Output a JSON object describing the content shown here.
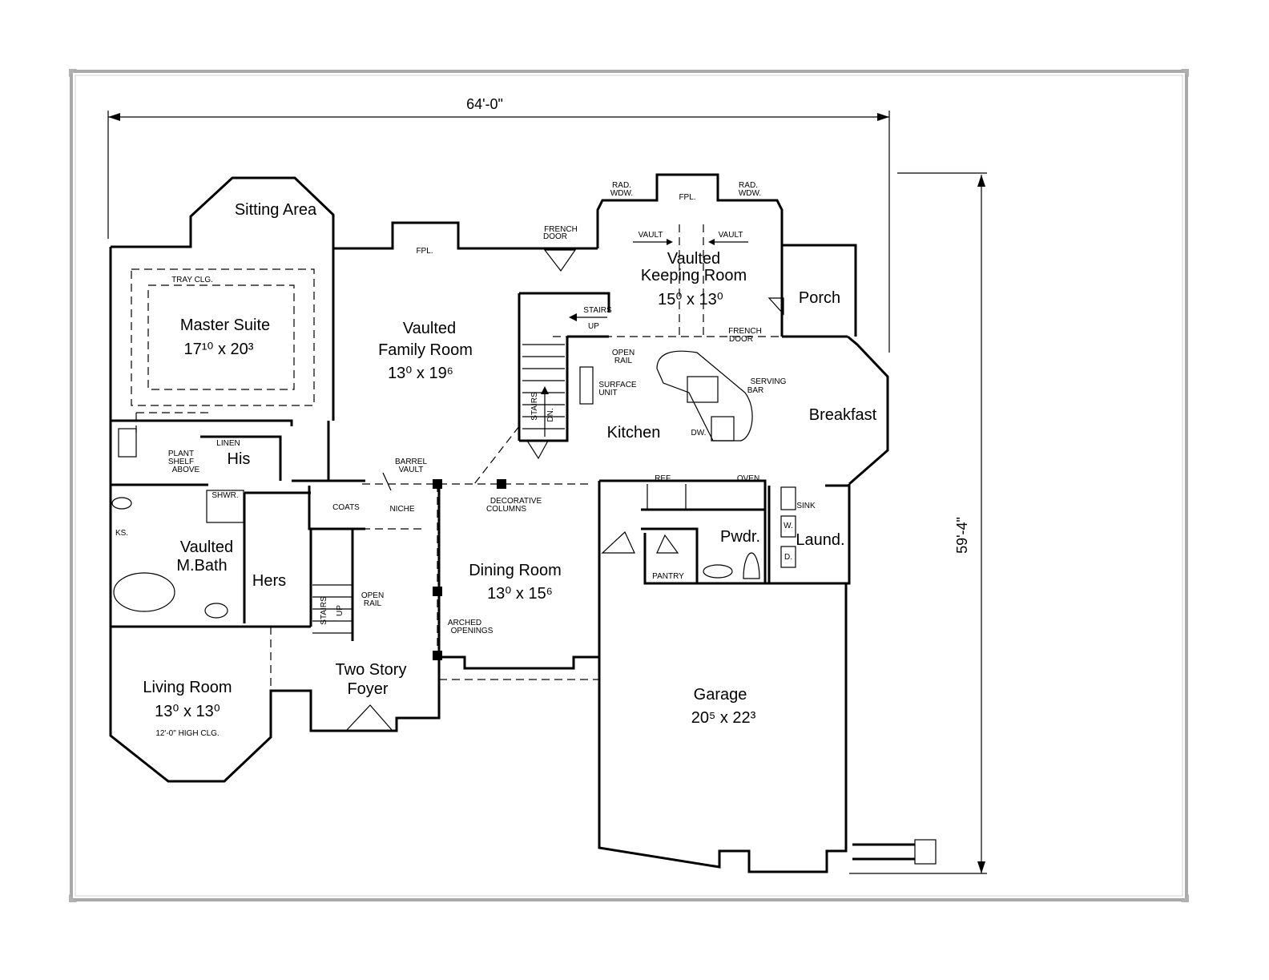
{
  "dimensions": {
    "width": "64'-0\"",
    "depth": "59'-4\""
  },
  "rooms": {
    "sitting_area": {
      "name": "Sitting Area"
    },
    "master_suite": {
      "name": "Master Suite",
      "size": "17¹⁰ x 20³",
      "note": "TRAY CLG."
    },
    "family_room": {
      "name1": "Vaulted",
      "name2": "Family Room",
      "size": "13⁰ x 19⁶"
    },
    "keeping_room": {
      "name1": "Vaulted",
      "name2": "Keeping Room",
      "size": "15⁰ x 13⁰"
    },
    "porch": {
      "name": "Porch"
    },
    "breakfast": {
      "name": "Breakfast"
    },
    "kitchen": {
      "name": "Kitchen"
    },
    "his": {
      "name": "His"
    },
    "hers": {
      "name": "Hers"
    },
    "master_bath": {
      "name1": "Vaulted",
      "name2": "M.Bath"
    },
    "dining_room": {
      "name": "Dining Room",
      "size": "13⁰ x 15⁶"
    },
    "powder": {
      "name": "Pwdr."
    },
    "laundry": {
      "name": "Laund."
    },
    "two_story_foyer": {
      "name1": "Two Story",
      "name2": "Foyer"
    },
    "living_room": {
      "name": "Living Room",
      "size": "13⁰ x 13⁰",
      "note": "12'-0\" HIGH CLG."
    },
    "garage": {
      "name": "Garage",
      "size": "20⁵ x 22³"
    }
  },
  "notes": {
    "fpl_family": "FPL.",
    "fpl_keeping": "FPL.",
    "french_door_top": [
      "FRENCH",
      "DOOR"
    ],
    "french_door_keeping": [
      "FRENCH",
      "DOOR"
    ],
    "rad_wdw_left": [
      "RAD.",
      "WDW."
    ],
    "rad_wdw_right": [
      "RAD.",
      "WDW."
    ],
    "vault_left": "VAULT",
    "vault_right": "VAULT",
    "stairs_up_top": [
      "STAIRS",
      "UP"
    ],
    "open_rail_top": [
      "OPEN",
      "RAIL"
    ],
    "surface_unit": [
      "SURFACE",
      "UNIT"
    ],
    "serving_bar": [
      "SERVING",
      "BAR"
    ],
    "dw": "DW.",
    "stairs_dn": "STAIRS",
    "dn": "DN.",
    "linen": "LINEN",
    "plant_shelf": [
      "PLANT",
      "SHELF",
      "ABOVE"
    ],
    "shwr": "SHWR.",
    "barrel_vault": [
      "BARREL",
      "VAULT"
    ],
    "coats": "COATS",
    "niche": "NICHE",
    "decorative_columns": [
      "DECORATIVE",
      "COLUMNS"
    ],
    "ref": "REF.",
    "oven": "OVEN",
    "sink": "SINK",
    "w": "W.",
    "d": "D.",
    "pantry": "PANTRY",
    "ks": "KS.",
    "stairs_up_foyer": "STAIRS",
    "up_foyer": "UP",
    "open_rail_foyer": [
      "OPEN",
      "RAIL"
    ],
    "arched_openings": [
      "ARCHED",
      "OPENINGS"
    ]
  }
}
